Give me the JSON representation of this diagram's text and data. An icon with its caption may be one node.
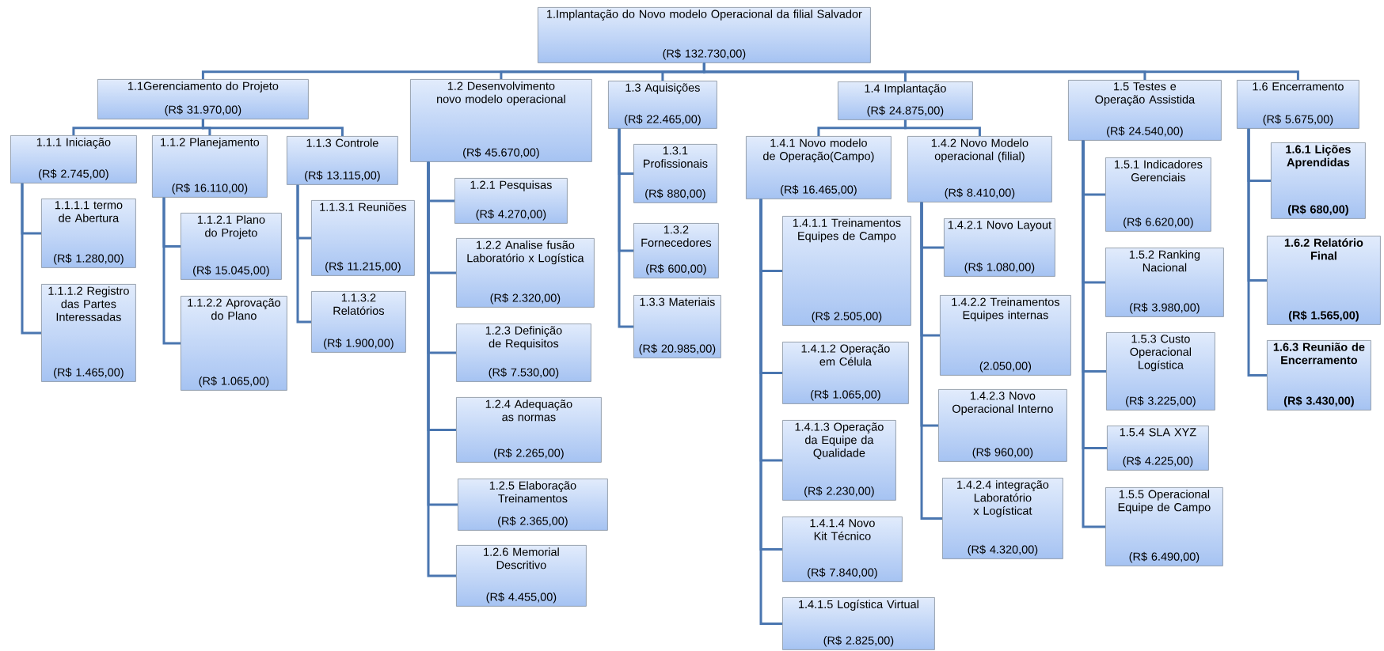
{
  "diagram": {
    "nodes": [
      {
        "text": [
          "1.Implantação do Novo modelo Operacional da filial Salvador",
          "(R$ 132.730,00)"
        ]
      },
      {
        "text": [
          "1.1Gerenciamento do Projeto",
          "(R$ 31.970,00)"
        ]
      },
      {
        "text": [
          "1.1.1 Iniciação",
          "(R$ 2.745,00)"
        ]
      },
      {
        "text": [
          "1.1.1.1 termo de Abertura",
          "(R$ 1.280,00)"
        ]
      },
      {
        "text": [
          "1.1.1.2 Registro das Partes Interessadas",
          "(R$ 1.465,00)"
        ]
      },
      {
        "text": [
          "1.1.2 Planejamento",
          "(R$ 16.110,00)"
        ]
      },
      {
        "text": [
          "1.1.2.1 Plano do Projeto",
          "(R$ 15.045,00)"
        ]
      },
      {
        "text": [
          "1.1.2.2 Aprovação do Plano",
          "(R$ 1.065,00)"
        ]
      },
      {
        "text": [
          "1.1.3 Controle",
          "(R$ 13.115,00)"
        ]
      },
      {
        "text": [
          "1.1.3.1 Reuniões",
          "(R$ 11.215,00)"
        ]
      },
      {
        "text": [
          "1.1.3.2 Relatórios",
          "(R$ 1.900,00)"
        ]
      },
      {
        "text": [
          "1.2 Desenvolvimento novo modelo operacional",
          "(R$ 45.670,00)"
        ]
      },
      {
        "text": [
          "1.2.1 Pesquisas",
          "(R$ 4.270,00)"
        ]
      },
      {
        "text": [
          "1.2.2 Analise fusão Laboratório x Logística",
          "(R$ 2.320,00)"
        ]
      },
      {
        "text": [
          "1.2.3 Definição de Requisitos",
          "(R$ 7.530,00)"
        ]
      },
      {
        "text": [
          "1.2.4 Adequação as normas",
          "(R$ 2.265,00)"
        ]
      },
      {
        "text": [
          "1.2.5 Elaboração Treinamentos",
          "(R$ 2.365,00)"
        ]
      },
      {
        "text": [
          "1.2.6 Memorial Descritivo",
          "(R$ 4.455,00)"
        ]
      },
      {
        "text": [
          "1.3 Aquisições",
          "(R$ 22.465,00)"
        ]
      },
      {
        "text": [
          "1.3.1 Profissionais",
          "(R$ 880,00)"
        ]
      },
      {
        "text": [
          "1.3.2 Fornecedores",
          "(R$ 600,00)"
        ]
      },
      {
        "text": [
          "1.3.3 Materiais",
          "(R$ 20.985,00)"
        ]
      },
      {
        "text": [
          "1.4 Implantação",
          "(R$ 24.875,00)"
        ]
      },
      {
        "text": [
          "1.4.1 Novo modelo de Operação(Campo)",
          "(R$ 16.465,00)"
        ]
      },
      {
        "text": [
          "1.4.1.1 Treinamentos Equipes de Campo",
          "(R$ 2.505,00)"
        ]
      },
      {
        "text": [
          "1.4.1.2 Operação em Célula",
          "(R$ 1.065,00)"
        ]
      },
      {
        "text": [
          "1.4.1.3 Operação da Equipe da Qualidade",
          "(R$ 2.230,00)"
        ]
      },
      {
        "text": [
          "1.4.1.4 Novo Kit Técnico",
          "(R$ 7.840,00)"
        ]
      },
      {
        "text": [
          "1.4.1.5 Logística Virtual",
          "(R$ 2.825,00)"
        ]
      },
      {
        "text": [
          "1.4.2 Novo Modelo operacional (filial)",
          "(R$ 8.410,00)"
        ]
      },
      {
        "text": [
          "1.4.2.1 Novo Layout",
          "(R$ 1.080,00)"
        ]
      },
      {
        "text": [
          "1.4.2.2 Treinamentos Equipes internas",
          "(2.050,00)"
        ]
      },
      {
        "text": [
          "1.4.2.3 Novo Operacional Interno",
          "(R$ 960,00)"
        ]
      },
      {
        "text": [
          "1.4.2.4 integração Laboratório x Logísticat",
          "(R$ 4.320,00)"
        ]
      },
      {
        "text": [
          "1.5 Testes e Operação Assistida",
          "(R$ 24.540,00)"
        ]
      },
      {
        "text": [
          "1.5.1 Indicadores Gerenciais",
          "(R$ 6.620,00)"
        ]
      },
      {
        "text": [
          "1.5.2 Ranking Nacional",
          "(R$ 3.980,00)"
        ]
      },
      {
        "text": [
          "1.5.3 Custo Operacional Logística",
          "(R$ 3.225,00)"
        ]
      },
      {
        "text": [
          "1.5.4 SLA XYZ",
          "(R$ 4.225,00)"
        ]
      },
      {
        "text": [
          "1.5.5 Operacional Equipe de Campo",
          "(R$ 6.490,00)"
        ]
      },
      {
        "text": [
          "1.6 Encerramento",
          "(R$ 5.675,00)"
        ]
      },
      {
        "text": [
          "1.6.1 Lições Aprendidas",
          "(R$ 680,00)"
        ]
      },
      {
        "text": [
          "1.6.2 Relatório Final",
          "(R$ 1.565,00)"
        ]
      },
      {
        "text": [
          "1.6.3 Reunião de Encerramento",
          "(R$ 3.430,00)"
        ]
      }
    ],
    "edges": [
      {
        "from": 0,
        "to": 1,
        "arrow": "none"
      },
      {
        "from": 0,
        "to": 11,
        "arrow": "none"
      },
      {
        "from": 0,
        "to": 18,
        "arrow": "none"
      },
      {
        "from": 0,
        "to": 22,
        "arrow": "none"
      },
      {
        "from": 0,
        "to": 34,
        "arrow": "none"
      },
      {
        "from": 0,
        "to": 40,
        "arrow": "none"
      },
      {
        "from": 1,
        "to": 2,
        "arrow": "none"
      },
      {
        "from": 1,
        "to": 5,
        "arrow": "none"
      },
      {
        "from": 1,
        "to": 8,
        "arrow": "none"
      },
      {
        "from": 2,
        "to": 3,
        "arrow": "none"
      },
      {
        "from": 2,
        "to": 4,
        "arrow": "none"
      },
      {
        "from": 5,
        "to": 6,
        "arrow": "none"
      },
      {
        "from": 5,
        "to": 7,
        "arrow": "none"
      },
      {
        "from": 8,
        "to": 9,
        "arrow": "none"
      },
      {
        "from": 8,
        "to": 10,
        "arrow": "none"
      },
      {
        "from": 11,
        "to": 12,
        "arrow": "none"
      },
      {
        "from": 11,
        "to": 13,
        "arrow": "none"
      },
      {
        "from": 11,
        "to": 14,
        "arrow": "none"
      },
      {
        "from": 11,
        "to": 15,
        "arrow": "none"
      },
      {
        "from": 11,
        "to": 16,
        "arrow": "none"
      },
      {
        "from": 11,
        "to": 17,
        "arrow": "none"
      },
      {
        "from": 18,
        "to": 19,
        "arrow": "none"
      },
      {
        "from": 18,
        "to": 20,
        "arrow": "none"
      },
      {
        "from": 18,
        "to": 21,
        "arrow": "none"
      },
      {
        "from": 22,
        "to": 23,
        "arrow": "none"
      },
      {
        "from": 22,
        "to": 29,
        "arrow": "none"
      },
      {
        "from": 23,
        "to": 24,
        "arrow": "none"
      },
      {
        "from": 23,
        "to": 25,
        "arrow": "none"
      },
      {
        "from": 23,
        "to": 26,
        "arrow": "none"
      },
      {
        "from": 23,
        "to": 27,
        "arrow": "none"
      },
      {
        "from": 23,
        "to": 28,
        "arrow": "none"
      },
      {
        "from": 29,
        "to": 30,
        "arrow": "none"
      },
      {
        "from": 29,
        "to": 31,
        "arrow": "none"
      },
      {
        "from": 29,
        "to": 32,
        "arrow": "none"
      },
      {
        "from": 29,
        "to": 33,
        "arrow": "none"
      },
      {
        "from": 34,
        "to": 35,
        "arrow": "none"
      },
      {
        "from": 34,
        "to": 36,
        "arrow": "none"
      },
      {
        "from": 34,
        "to": 37,
        "arrow": "none"
      },
      {
        "from": 34,
        "to": 38,
        "arrow": "none"
      },
      {
        "from": 34,
        "to": 39,
        "arrow": "none"
      },
      {
        "from": 40,
        "to": 41,
        "arrow": "none"
      },
      {
        "from": 40,
        "to": 42,
        "arrow": "none"
      },
      {
        "from": 40,
        "to": 43,
        "arrow": "none"
      }
    ]
  }
}
